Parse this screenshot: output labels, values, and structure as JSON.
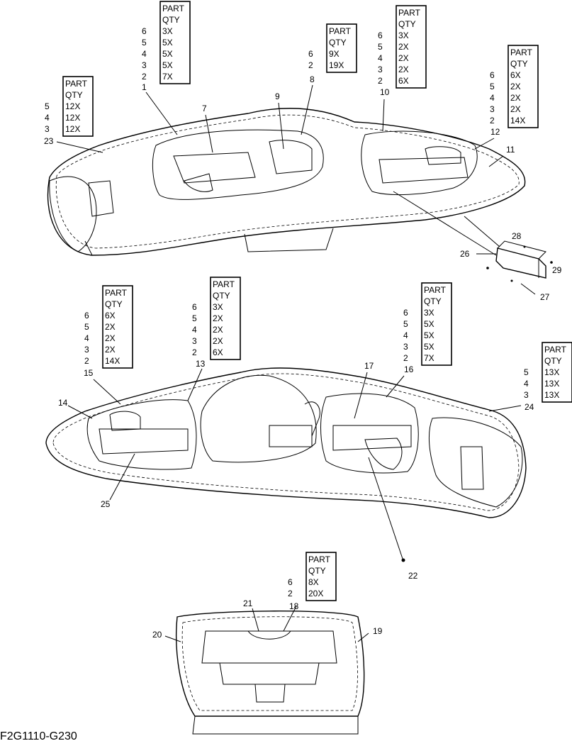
{
  "drawing_code": "F2G1110-G230",
  "header_part": "PART",
  "header_qty": "QTY",
  "tables": [
    {
      "id": "t1",
      "rows": [
        [
          "6",
          "3X"
        ],
        [
          "5",
          "5X"
        ],
        [
          "4",
          "5X"
        ],
        [
          "3",
          "5X"
        ],
        [
          "2",
          "7X"
        ]
      ],
      "ref": "1"
    },
    {
      "id": "t2",
      "rows": [
        [
          "6",
          "9X"
        ],
        [
          "2",
          "19X"
        ]
      ],
      "ref": "8"
    },
    {
      "id": "t3",
      "rows": [
        [
          "6",
          "3X"
        ],
        [
          "5",
          "2X"
        ],
        [
          "4",
          "2X"
        ],
        [
          "3",
          "2X"
        ],
        [
          "2",
          "6X"
        ]
      ],
      "ref": "10"
    },
    {
      "id": "t4",
      "rows": [
        [
          "6",
          "6X"
        ],
        [
          "5",
          "2X"
        ],
        [
          "4",
          "2X"
        ],
        [
          "3",
          "2X"
        ],
        [
          "2",
          "14X"
        ]
      ],
      "ref": "12"
    },
    {
      "id": "t5",
      "rows": [
        [
          "5",
          "12X"
        ],
        [
          "4",
          "12X"
        ],
        [
          "3",
          "12X"
        ]
      ],
      "ref": "23"
    },
    {
      "id": "t6",
      "rows": [
        [
          "6",
          "6X"
        ],
        [
          "5",
          "2X"
        ],
        [
          "4",
          "2X"
        ],
        [
          "3",
          "2X"
        ],
        [
          "2",
          "14X"
        ]
      ],
      "ref": "15"
    },
    {
      "id": "t7",
      "rows": [
        [
          "6",
          "3X"
        ],
        [
          "5",
          "2X"
        ],
        [
          "4",
          "2X"
        ],
        [
          "3",
          "2X"
        ],
        [
          "2",
          "6X"
        ]
      ],
      "ref": "13"
    },
    {
      "id": "t8",
      "rows": [
        [
          "6",
          "3X"
        ],
        [
          "5",
          "5X"
        ],
        [
          "4",
          "5X"
        ],
        [
          "3",
          "5X"
        ],
        [
          "2",
          "7X"
        ]
      ],
      "ref": "16"
    },
    {
      "id": "t9",
      "rows": [
        [
          "5",
          "13X"
        ],
        [
          "4",
          "13X"
        ],
        [
          "3",
          "13X"
        ]
      ],
      "ref": "24"
    },
    {
      "id": "t10",
      "rows": [
        [
          "6",
          "8X"
        ],
        [
          "2",
          "20X"
        ]
      ],
      "ref": "18"
    }
  ],
  "callouts": [
    "7",
    "9",
    "11",
    "14",
    "17",
    "19",
    "20",
    "21",
    "22",
    "25",
    "26",
    "27",
    "28",
    "29"
  ]
}
